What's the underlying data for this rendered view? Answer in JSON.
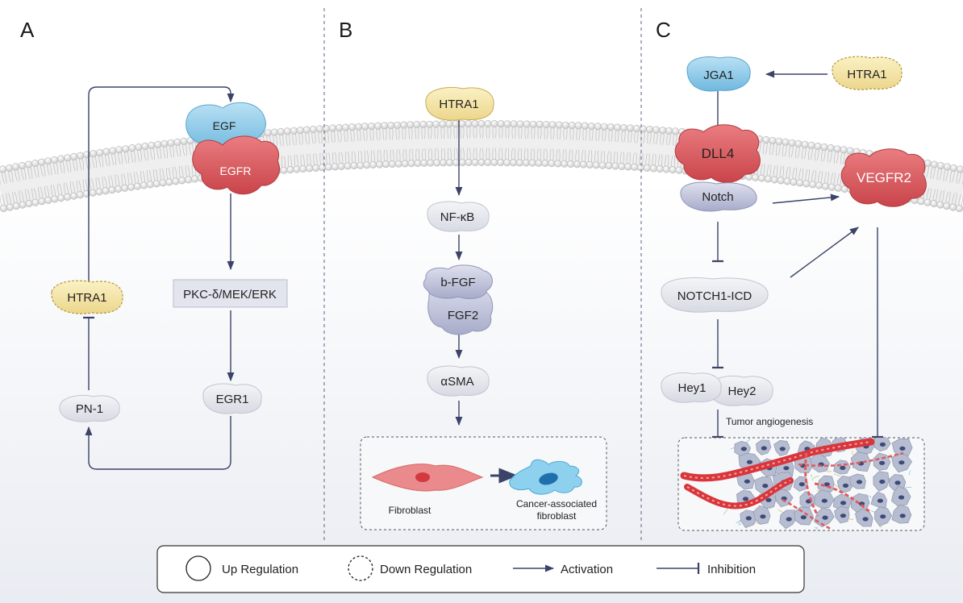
{
  "panels": {
    "a_label": "A",
    "b_label": "B",
    "c_label": "C"
  },
  "panel_a": {
    "egf": "EGF",
    "egfr": "EGFR",
    "pathway": "PKC-δ/MEK/ERK",
    "egr1": "EGR1",
    "pn1": "PN-1",
    "htra1": "HTRA1"
  },
  "panel_b": {
    "htra1": "HTRA1",
    "nfkb": "NF-κB",
    "bfgf": "b-FGF",
    "fgf2": "FGF2",
    "asma": "αSMA",
    "fibroblast": "Fibroblast",
    "caf_line1": "Cancer-associated",
    "caf_line2": "fibroblast"
  },
  "panel_c": {
    "jga1": "JGA1",
    "htra1": "HTRA1",
    "dll4": "DLL4",
    "notch": "Notch",
    "vegfr2": "VEGFR2",
    "notch1_icd": "NOTCH1-ICD",
    "hey1": "Hey1",
    "hey2": "Hey2",
    "tumor_angiogenesis": "Tumor angiogenesis"
  },
  "legend": {
    "up": "Up Regulation",
    "down": "Down Regulation",
    "activation": "Activation",
    "inhibition": "Inhibition"
  },
  "colors": {
    "upregulated_protein": "#e8eaf0",
    "downregulated_protein": "#f5e6a8",
    "egf_blue": "#8fcbe9",
    "receptor_red": "#d9555a",
    "arrow": "#3b4368",
    "membrane_head": "#e9e9e9"
  }
}
